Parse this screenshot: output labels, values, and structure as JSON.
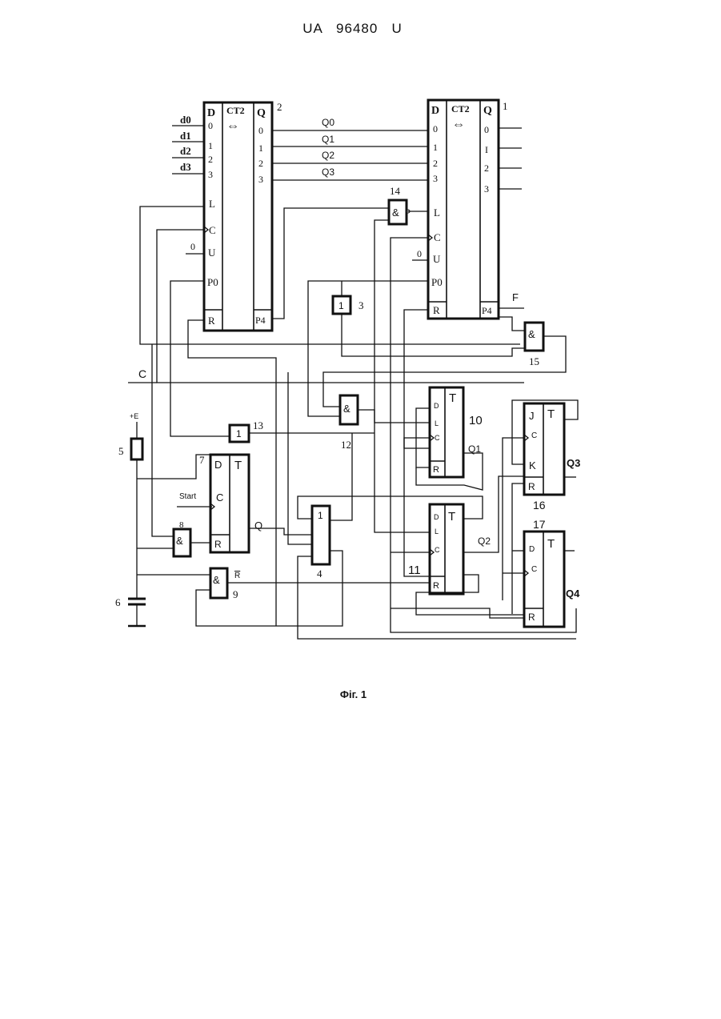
{
  "document": {
    "header": "UA   96480   U",
    "caption": "Фіг. 1"
  },
  "schematic": {
    "counter_main": {
      "number": "2",
      "function": "CT2",
      "in_col": [
        "D",
        "0",
        "1",
        "2",
        "3",
        "L",
        "C",
        "U",
        "P0",
        "R"
      ],
      "out_col": [
        "Q",
        "0",
        "1",
        "2",
        "3",
        "P4"
      ],
      "data_inputs": [
        "d0",
        "d1",
        "d2",
        "d3"
      ],
      "u_level": "0"
    },
    "counter_aux": {
      "number": "1",
      "function": "CT2",
      "in_col": [
        "D",
        "0",
        "1",
        "2",
        "3",
        "L",
        "C",
        "U",
        "P0",
        "R"
      ],
      "out_col": [
        "Q",
        "0",
        "I",
        "2",
        "3",
        "P4"
      ],
      "u_level": "0",
      "output_f": "F"
    },
    "bus": [
      "Q0",
      "Q1",
      "Q2",
      "Q3"
    ],
    "gates": {
      "g3": {
        "symbol": "1",
        "number": "3"
      },
      "g4": {
        "symbol": "1",
        "number": "4"
      },
      "g8": {
        "symbol": "&",
        "number": "8"
      },
      "g9": {
        "symbol": "&",
        "number": "9",
        "label": "R"
      },
      "g12": {
        "symbol": "&",
        "number": "12"
      },
      "g13": {
        "symbol": "1",
        "number": "13"
      },
      "g14": {
        "symbol": "&",
        "number": "14"
      },
      "g15": {
        "symbol": "&",
        "number": "15"
      }
    },
    "flipflops": {
      "ff7": {
        "number": "7",
        "type": "T",
        "pins": [
          "D",
          "C",
          "R"
        ],
        "output": "Q",
        "input_label": "Start"
      },
      "ff10": {
        "number": "10",
        "type": "T",
        "pins": [
          "D",
          "L",
          "C",
          "R"
        ],
        "output": "Q1"
      },
      "ff11": {
        "number": "11",
        "type": "T",
        "pins": [
          "D",
          "L",
          "C",
          "R"
        ],
        "output": "Q2"
      },
      "ff16": {
        "number": "16",
        "type": "T",
        "pins": [
          "J",
          "C",
          "K",
          "R"
        ],
        "output": "Q3"
      },
      "ff17": {
        "number": "17",
        "type": "T",
        "pins": [
          "D",
          "C",
          "R"
        ],
        "output": "Q4"
      }
    },
    "clock_input": "C",
    "power": {
      "supply": "+E",
      "resistor": "5",
      "capacitor": "6"
    }
  }
}
